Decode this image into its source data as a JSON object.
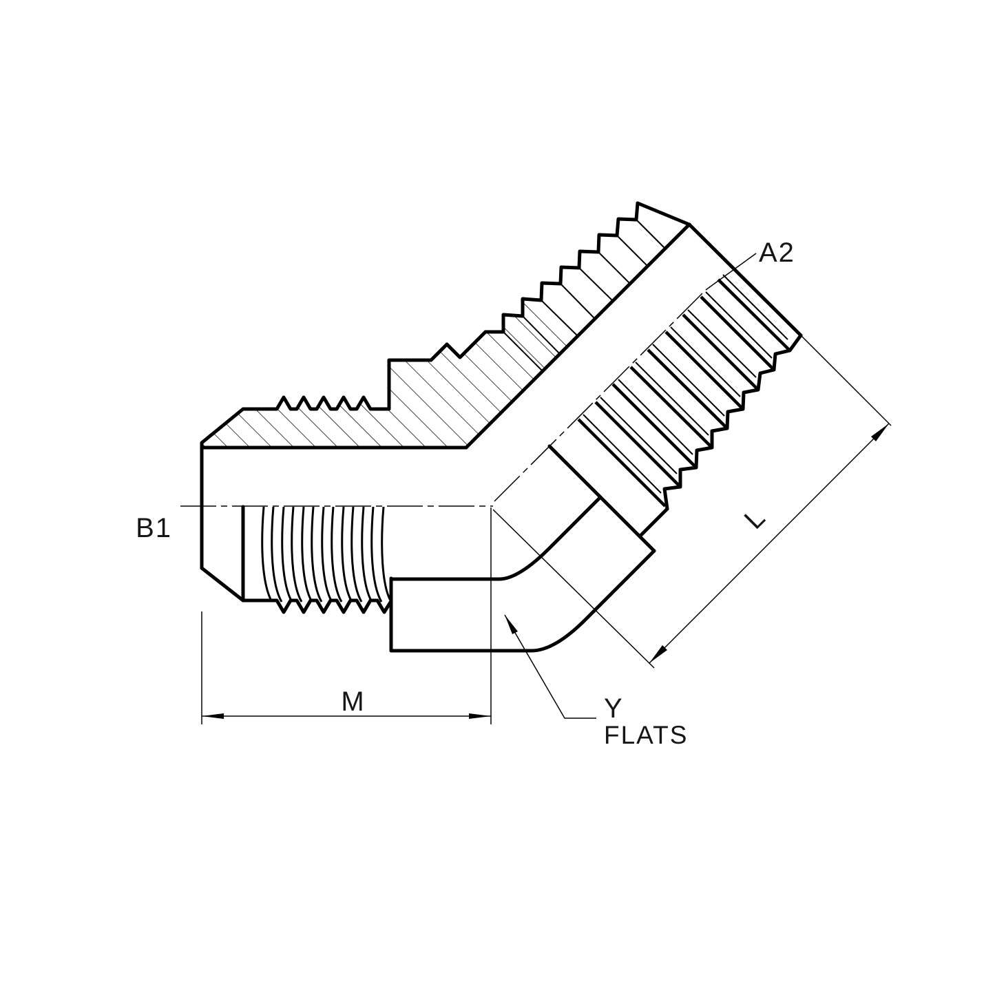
{
  "drawing": {
    "background": "#ffffff",
    "line_color": "#000000",
    "labels": {
      "port1_thread": "B1",
      "port2_thread": "A2",
      "length_dim": "L",
      "thread_length_dim": "M",
      "flats_line1": "Y",
      "flats_line2": "FLATS"
    }
  }
}
